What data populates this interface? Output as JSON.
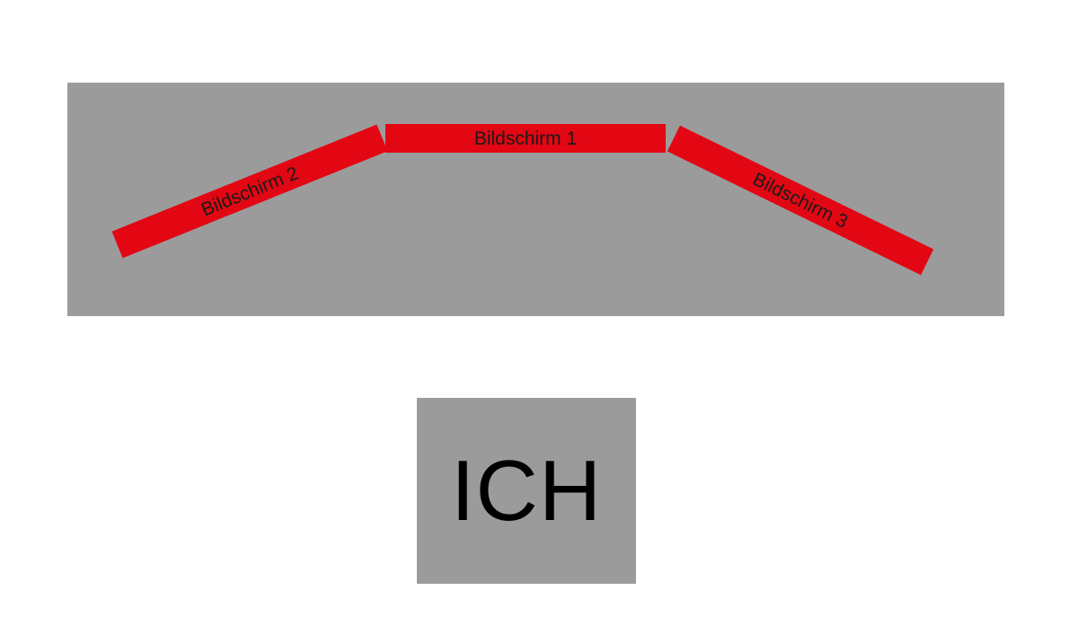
{
  "screens": {
    "screen_1": "Bildschirm 1",
    "screen_2": "Bildschirm 2",
    "screen_3": "Bildschirm 3"
  },
  "viewer": {
    "label": "ICH"
  },
  "colors": {
    "screen": "#e30613",
    "panel": "#9b9b9b",
    "text": "#1a1a1a",
    "background": "#ffffff"
  }
}
